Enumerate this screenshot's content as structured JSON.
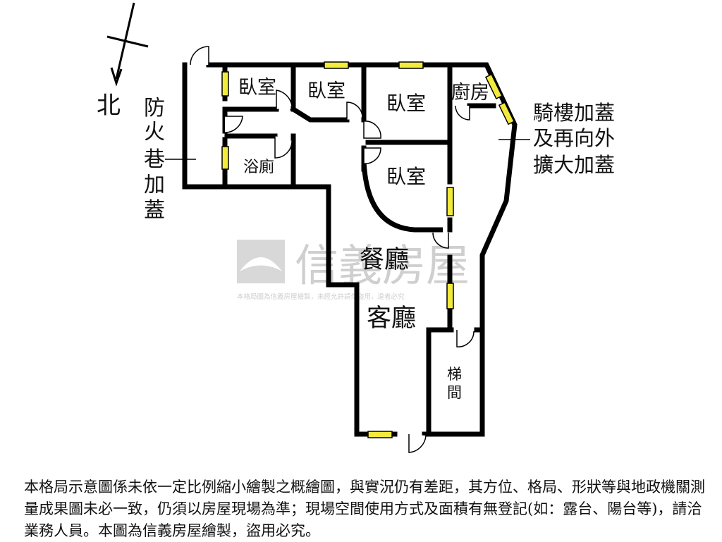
{
  "compass": {
    "north_label": "北"
  },
  "annotations": {
    "fire_lane": [
      "防",
      "火",
      "巷",
      "加",
      "蓋"
    ],
    "arcade": [
      "騎樓加蓋",
      "及再向外",
      "擴大加蓋"
    ]
  },
  "rooms": {
    "bedroom": "臥室",
    "kitchen": "廚房",
    "bathroom": "浴廁",
    "dining": "餐廳",
    "living": "客廳",
    "stairwell": [
      "梯",
      "間"
    ]
  },
  "watermark": {
    "brand": "信義房屋",
    "small": "本格局圖為信義房屋繪製，未經允許請勿盜用，違者必究"
  },
  "disclaimer": "本格局示意圖係未依一定比例縮小繪製之概繪圖，與實況仍有差距，其方位、格局、形狀等與地政機關測量成果圖未必一致，仍須以房屋現場為準；現場空間使用方式及面積有無登記(如：露台、陽台等)，請洽業務人員。本圖為信義房屋繪製，盜用必究。",
  "colors": {
    "window": "#f2ea3c",
    "wall": "#000000",
    "watermark": "#cfcfcf"
  }
}
